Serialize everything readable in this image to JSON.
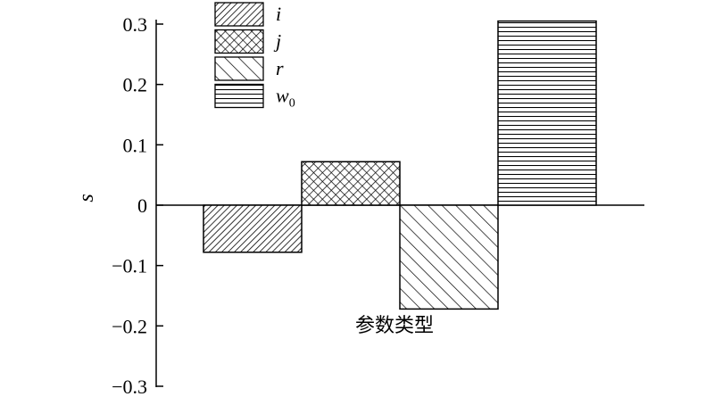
{
  "chart_data": {
    "type": "bar",
    "categories": [
      "i",
      "j",
      "r",
      "w0"
    ],
    "values": [
      -0.078,
      0.072,
      -0.172,
      0.305
    ],
    "ylabel": "s",
    "xlabel": "参数类型",
    "ylim": [
      -0.3,
      0.3
    ],
    "yticks": [
      0.3,
      0.2,
      0.1,
      0,
      -0.1,
      -0.2,
      -0.3
    ],
    "ytick_labels": [
      "0.3",
      "0.2",
      "0.1",
      "0",
      "−0.1",
      "−0.2",
      "−0.3"
    ],
    "grid": false,
    "legend_position": "top-left",
    "legend": [
      {
        "name": "i",
        "pattern": "diagonal-dense"
      },
      {
        "name": "j",
        "pattern": "crosshatch"
      },
      {
        "name": "r",
        "pattern": "diagonal-wide"
      },
      {
        "name": "w",
        "sub": "0",
        "pattern": "horizontal"
      }
    ],
    "colors": {
      "stroke": "#000000",
      "fill": "#ffffff"
    }
  }
}
